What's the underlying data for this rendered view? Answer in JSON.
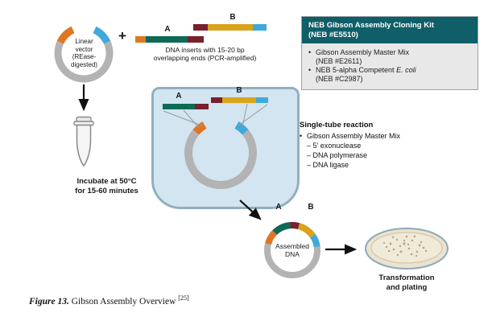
{
  "vector": {
    "lines": [
      "Linear",
      "vector",
      "(REase-",
      "digested)"
    ]
  },
  "plus": "+",
  "inserts": {
    "label_a": "A",
    "label_b": "B",
    "caption": [
      "DNA inserts with 15-20 bp",
      "overlapping ends (PCR-amplified)"
    ]
  },
  "kit_box": {
    "title": [
      "NEB Gibson Assembly Cloning Kit",
      "(NEB #E5510)"
    ],
    "bullet": "•",
    "item1": [
      "Gibson Assembly Master Mix",
      "(NEB #E2611)"
    ],
    "item2_prefix": "NEB 5-alpha Competent ",
    "item2_species": "E. coli",
    "item2_line2": "(NEB #C2987)"
  },
  "incubate": {
    "lines": [
      "Incubate at 50°C",
      "for 15-60 minutes"
    ]
  },
  "reaction_tube": {
    "label_a": "A",
    "label_b": "B"
  },
  "single_tube": {
    "title": "Single-tube reaction",
    "bullet": "•",
    "item": "Gibson Assembly Master Mix",
    "subitems": [
      "– 5′ exonuclease",
      "– DNA polymerase",
      "– DNA ligase"
    ]
  },
  "assembled": {
    "label_a": "A",
    "label_b": "B",
    "lines": [
      "Assembled",
      "DNA"
    ]
  },
  "plating": {
    "lines": [
      "Transformation",
      "and plating"
    ]
  },
  "figure_caption": {
    "label": "Figure 13.",
    "text": " Gibson Assembly Overview ",
    "ref": "[25]"
  },
  "colors": {
    "kit_header_teal": "#0f5e68",
    "vector_gray": "#b3b3b3",
    "orange": "#e0761f",
    "blue": "#3fa9dc",
    "green": "#0d6b55",
    "dark_red": "#7a1f2e",
    "gold": "#d9a31b",
    "vessel_fill": "#d2e5f0",
    "vessel_border": "#93aebe"
  }
}
